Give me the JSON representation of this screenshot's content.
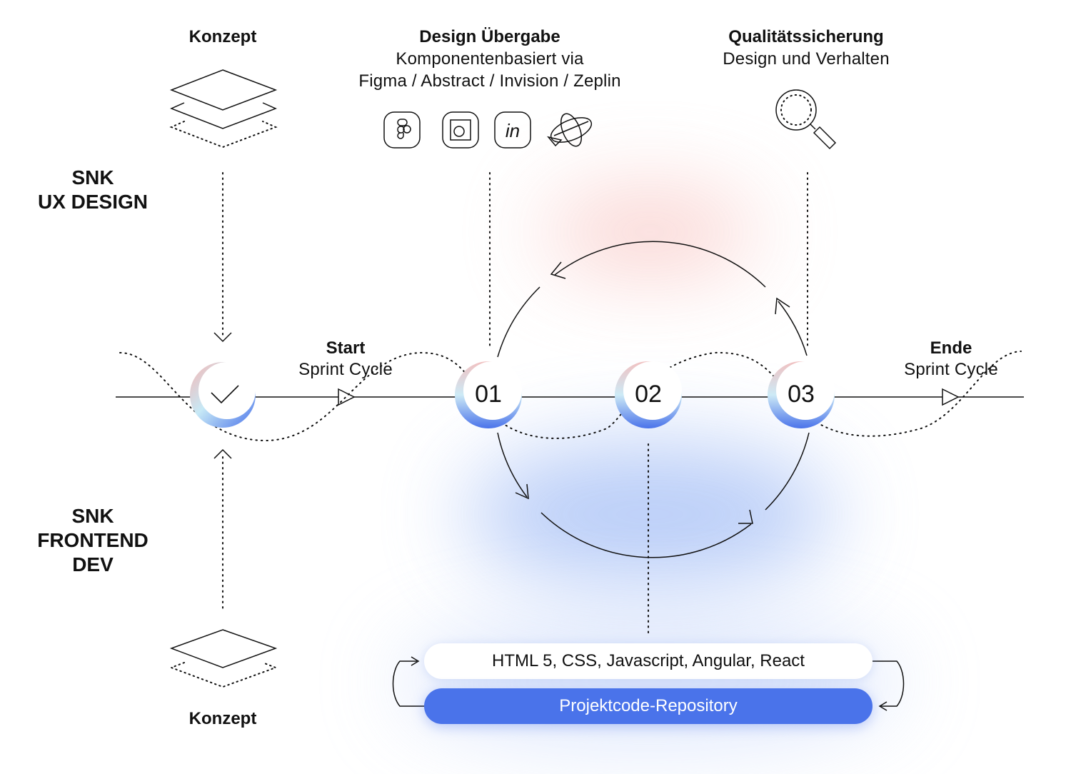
{
  "top_labels": {
    "konzept": "Konzept",
    "design_title": "Design Übergabe",
    "design_line1": "Komponentenbasiert via",
    "design_line2": "Figma / Abstract / Invision / Zeplin",
    "qa_title": "Qualitätssicherung",
    "qa_sub": "Design und Verhalten"
  },
  "side_labels": {
    "ux_line1": "SNK",
    "ux_line2": "UX DESIGN",
    "fe_line1": "SNK",
    "fe_line2": "FRONTEND",
    "fe_line3": "DEV"
  },
  "timeline": {
    "start_title": "Start",
    "start_sub": "Sprint Cycle",
    "end_title": "Ende",
    "end_sub": "Sprint Cycle"
  },
  "nodes": [
    "01",
    "02",
    "03"
  ],
  "tool_icons": [
    "figma-icon",
    "abstract-icon",
    "invision-icon",
    "zeplin-icon"
  ],
  "bottom": {
    "konzept": "Konzept",
    "tech_stack": "HTML 5, CSS, Javascript, Angular, React",
    "repository": "Projektcode-Repository"
  },
  "colors": {
    "accent_blue": "#4a73ea",
    "glow_red": "#f6b3b0",
    "glow_blue": "#9cb8f5",
    "node_cyan": "#bfe8f5"
  }
}
